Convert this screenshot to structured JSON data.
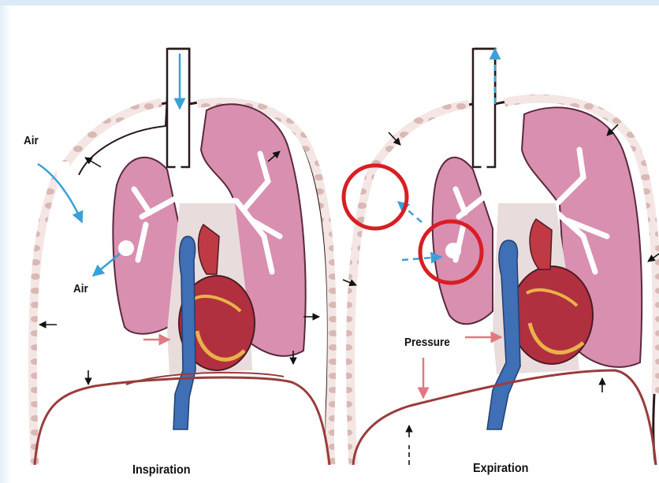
{
  "panels": [
    {
      "id": "inspiration",
      "caption": "Inspiration"
    },
    {
      "id": "expiration",
      "caption": "Expiration"
    }
  ],
  "labels": {
    "air_top": "Air",
    "air_bottom": "Air",
    "pressure": "Pressure"
  },
  "colors": {
    "lung_fill": "#d98fb0",
    "lung_edge": "#5a2a3c",
    "airway": "#ffffff",
    "heart": "#b0303f",
    "vein": "#3f6fb5",
    "chest_wall": "#e7c6c2",
    "air_arrow": "#3aa0d8",
    "pressure_arrow": "#e07a80",
    "highlight_circle": "#d81e24",
    "diaphragm": "#9a3c3c"
  }
}
